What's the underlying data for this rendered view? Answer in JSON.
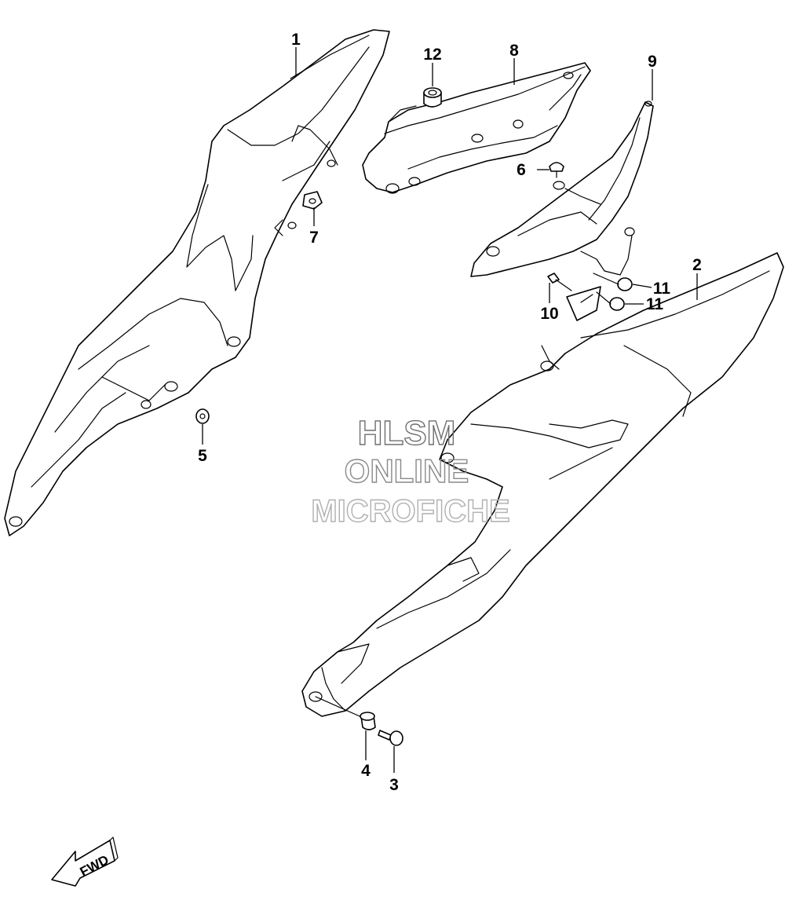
{
  "callouts": {
    "c1": "1",
    "c2": "2",
    "c3": "3",
    "c4": "4",
    "c5": "5",
    "c6": "6",
    "c7": "7",
    "c8": "8",
    "c9": "9",
    "c10": "10",
    "c11a": "11",
    "c11b": "11",
    "c12": "12"
  },
  "watermark": {
    "line1": "HLSM",
    "line2": "ONLINE",
    "line3": "MICROFICHE"
  },
  "direction_arrow": {
    "label": "FWD",
    "icon": "fwd-arrow-icon"
  },
  "colors": {
    "line": "#000000",
    "background": "#ffffff"
  }
}
